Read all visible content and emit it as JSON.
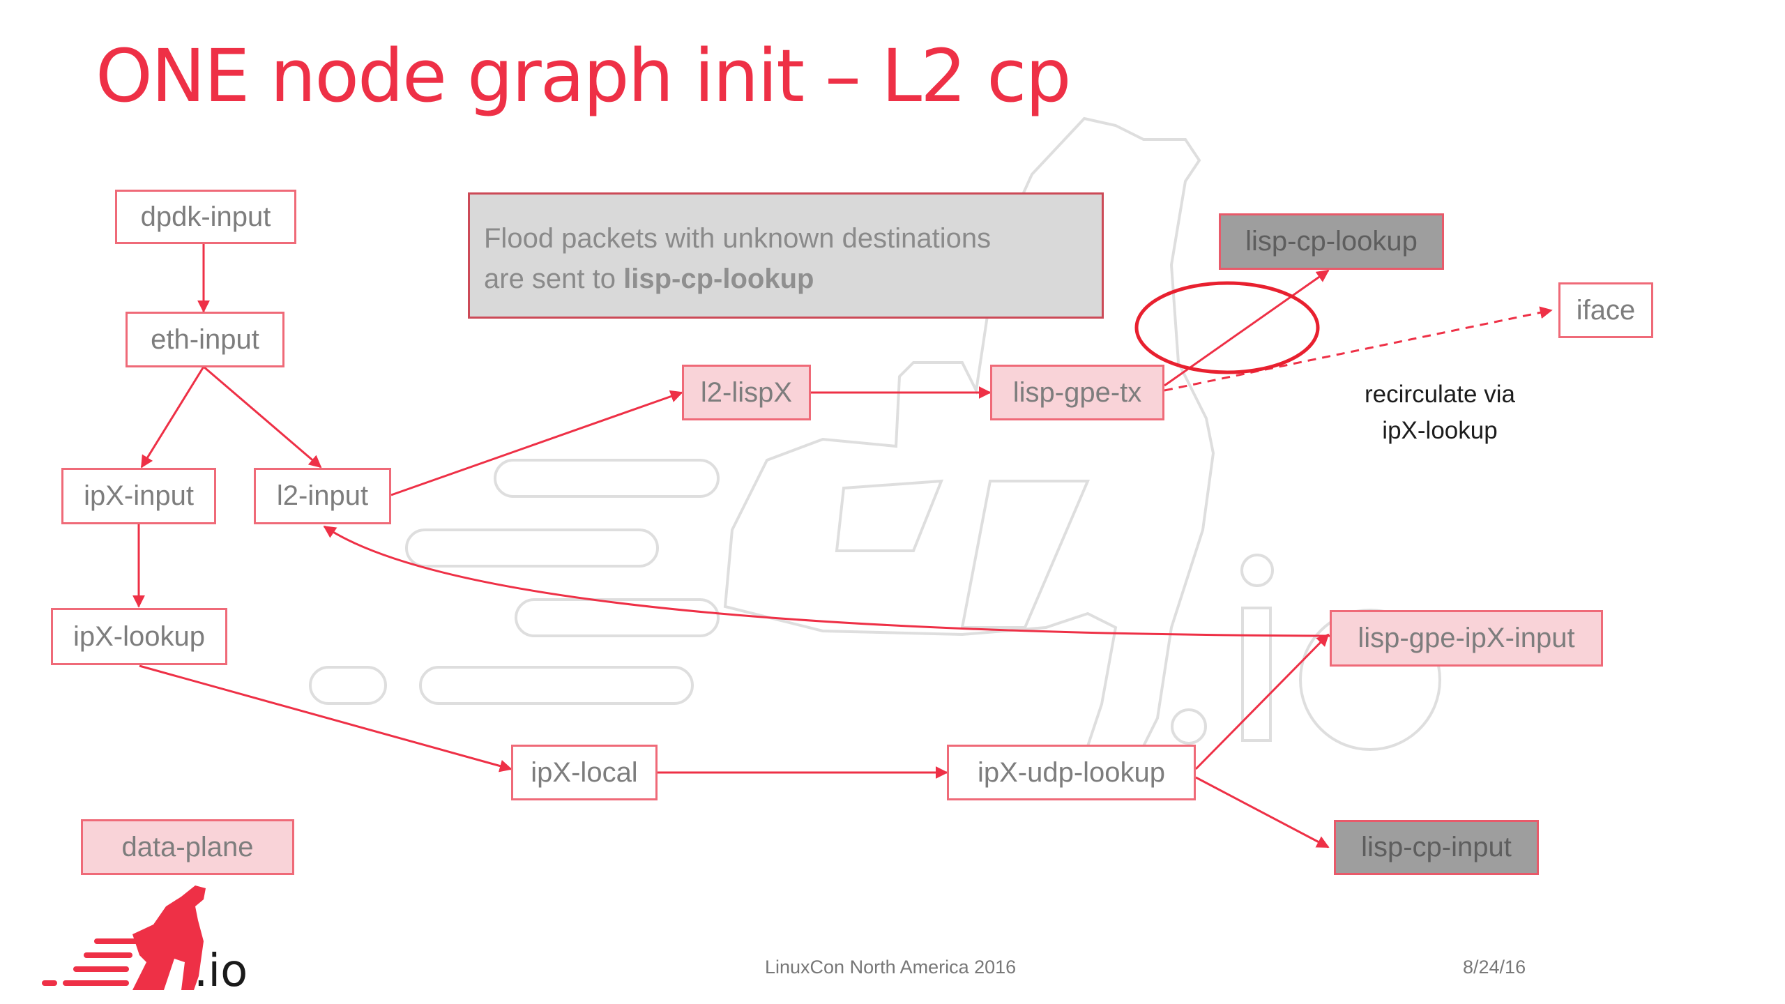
{
  "slide": {
    "title": "ONE node graph init – L2 cp",
    "footer_center": "LinuxCon North America 2016",
    "footer_date": "8/24/16",
    "logo_text": ".io"
  },
  "callout": {
    "line1": "Flood packets with unknown destinations",
    "line2_prefix": "are sent to ",
    "line2_bold": "lisp-cp-lookup"
  },
  "annotation": {
    "line1": "recirculate via",
    "line2": "ipX-lookup"
  },
  "nodes": {
    "dpdk_input": "dpdk-input",
    "eth_input": "eth-input",
    "ipx_input": "ipX-input",
    "l2_input": "l2-input",
    "ipx_lookup": "ipX-lookup",
    "l2_lispx": "l2-lispX",
    "lisp_gpe_tx": "lisp-gpe-tx",
    "lisp_cp_lookup": "lisp-cp-lookup",
    "iface": "iface",
    "lisp_gpe_ipx_input": "lisp-gpe-ipX-input",
    "ipx_local": "ipX-local",
    "ipx_udp_lookup": "ipX-udp-lookup",
    "lisp_cp_input": "lisp-cp-input",
    "data_plane": "data-plane"
  },
  "colors": {
    "accent": "#ee3046",
    "edge": "#ee3046",
    "node_border": "#ef6a78",
    "data_plane_fill": "#f9d3d8",
    "control_plane_fill": "#9e9e9e",
    "callout_fill": "#d9d9d9"
  }
}
